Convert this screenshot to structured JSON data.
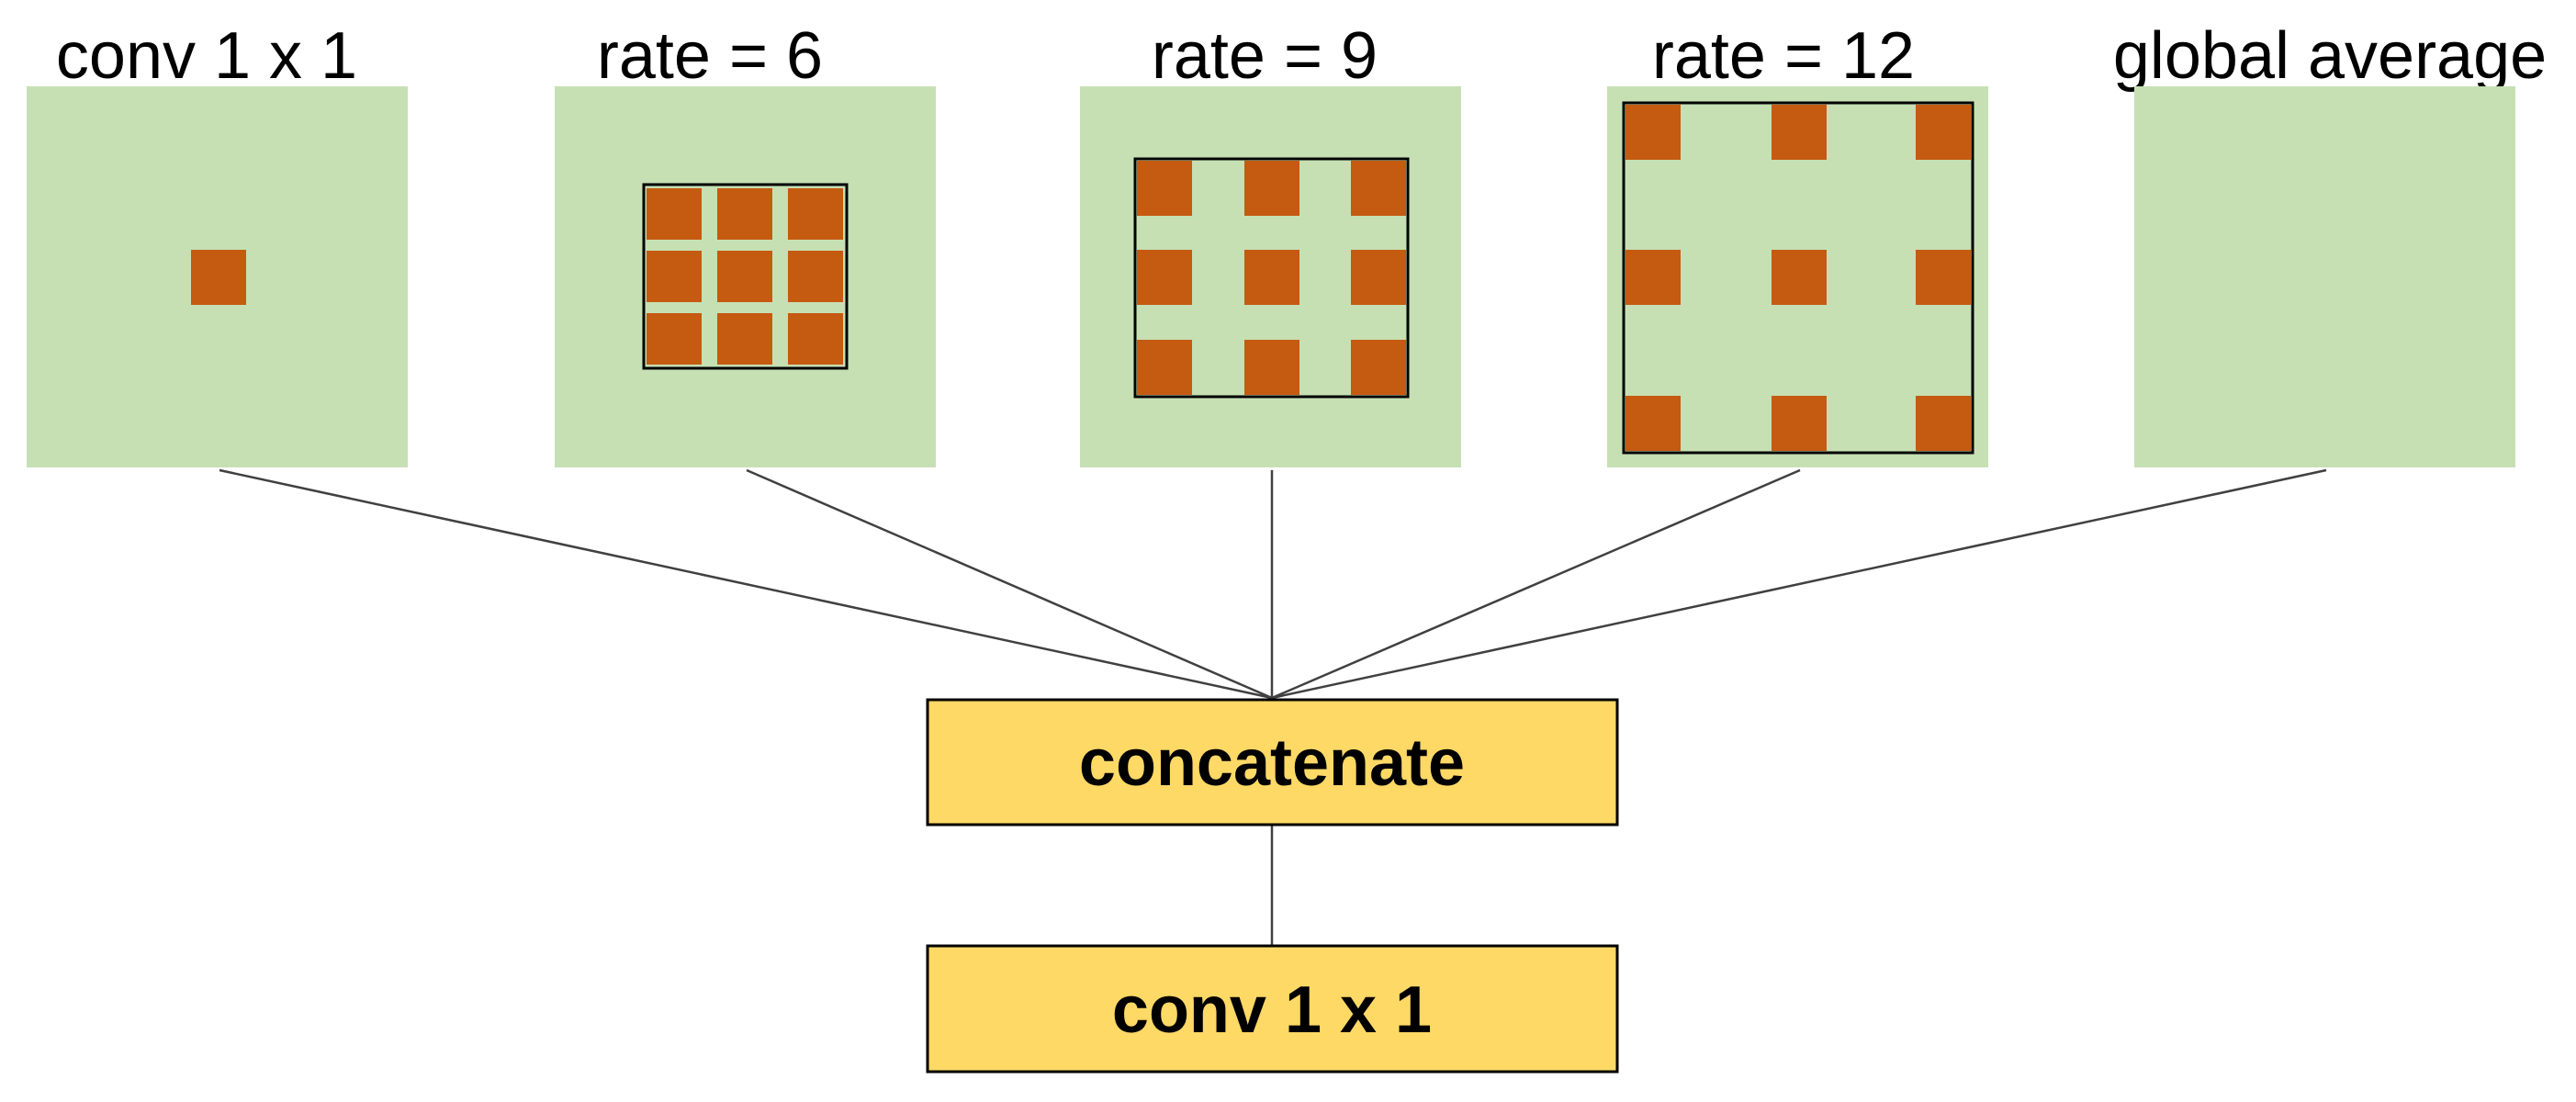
{
  "branches": [
    {
      "label": "conv 1 x 1"
    },
    {
      "label": "rate = 6"
    },
    {
      "label": "rate = 9"
    },
    {
      "label": "rate = 12"
    },
    {
      "label": "global average"
    }
  ],
  "concat_label": "concatenate",
  "output_label": "conv 1 x 1",
  "colors": {
    "feature_map": "#c6e0b4",
    "kernel_cell": "#c55a11",
    "box_fill": "#ffd966",
    "line": "#404040",
    "outline": "#000000"
  }
}
